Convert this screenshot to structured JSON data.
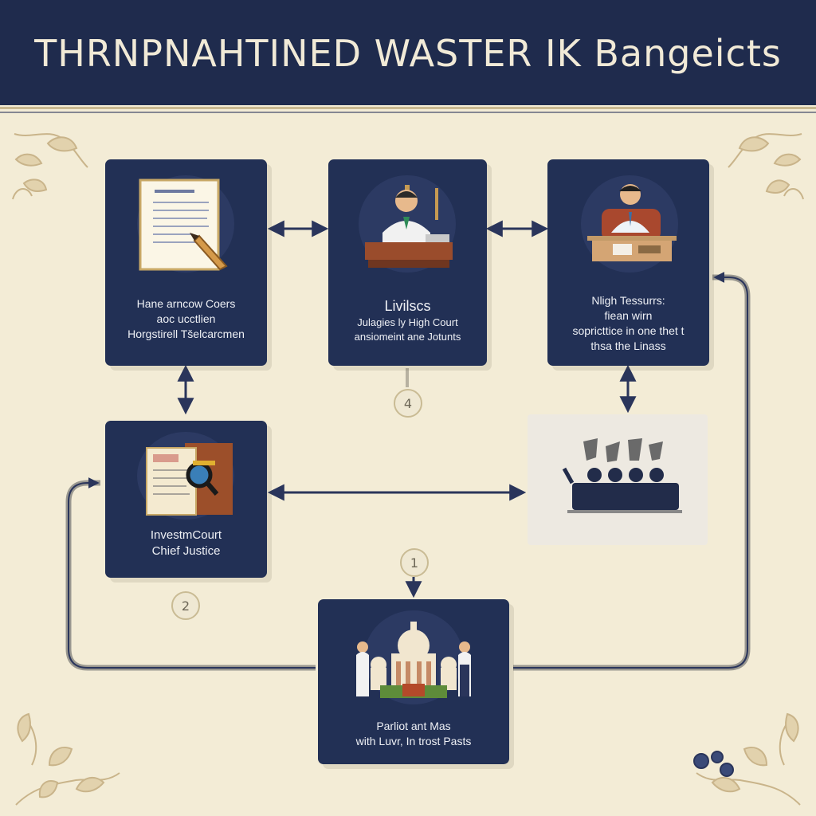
{
  "header": {
    "title": "THRNPNAHTINED WASTER IK Bangeicts"
  },
  "cards": [
    {
      "id": "filing",
      "lines": [
        "Hane arncow Coers",
        "aoc ucctlien",
        "Horgstirell Tšelcarcmen"
      ],
      "icon": "document-pen-icon"
    },
    {
      "id": "judge",
      "lines": [
        "Livilscs",
        "Julagies ly High Court",
        "ansiomeint ane Jotunts"
      ],
      "icon": "judge-icon"
    },
    {
      "id": "tribunal",
      "lines": [
        "Nligh Tessurrs:",
        "fiean wirn",
        "sopricttice in one thet t",
        "thsa the Linass"
      ],
      "icon": "official-desk-icon"
    },
    {
      "id": "investigation",
      "lines": [
        "InvestmCourt",
        "Chief Justice"
      ],
      "icon": "magnifier-folder-icon"
    },
    {
      "id": "parliament",
      "lines": [
        "Parliot ant Mas",
        "with Luvr, In trost Pasts"
      ],
      "icon": "parliament-building-icon"
    }
  ],
  "panel": {
    "icon": "protest-crowd-icon"
  },
  "badges": {
    "step4": "4",
    "step2": "2",
    "step1": "1"
  },
  "colors": {
    "header": "#1f2b4d",
    "card": "#223055",
    "background": "#f3ecd6",
    "arrow": "#2a355b",
    "connector": "#9a9890"
  }
}
